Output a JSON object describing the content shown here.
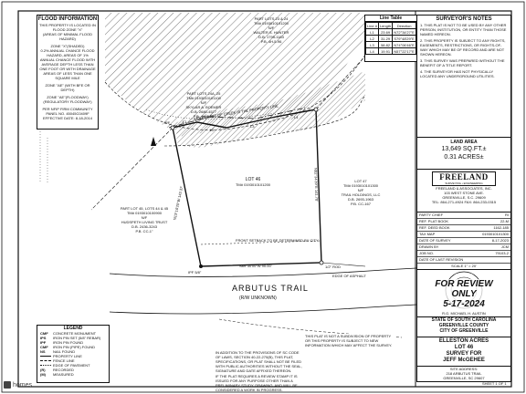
{
  "flood_box": {
    "title": "FLOOD INFORMATION",
    "lines": [
      "THIS PROPERTY IS LOCATED IN FLOOD ZONE \"X\"",
      "(AREAS OF MINIMAL FLOOD HAZARD)",
      "ZONE \"X\"(SHADED)",
      "0.2% ANNUAL CHANCE FLOOD HAZARD, AREAS OF 1% ANNUAL CHANCE FLOOD WITH AVERAGE DEPTH LESS THAN ONE FOOT OR WITH DRAINAGE AREAS OF LESS THAN ONE SQUARE MILE",
      "ZONE \"AE\" (WITH BFE OR DEPTH)",
      "ZONE \"AE\"(FLOODWAY) (REGULATORY FLOODWAY)",
      "PER NFIP FIRM COMMUNITY PANEL NO. 45045C0409F EFFECTIVE DATE: 8-18-2014"
    ]
  },
  "line_table": {
    "title": "Line Table",
    "headers": [
      "Line #",
      "Length",
      "Direction"
    ],
    "rows": [
      [
        "L1",
        "23.69",
        "N72°34'27\"E"
      ],
      [
        "L2",
        "31.29",
        "S79°48'29\"E"
      ],
      [
        "L3",
        "58.82",
        "N74°06'46\"E"
      ],
      [
        "L4",
        "19.91",
        "N57°22'17\"E"
      ]
    ]
  },
  "surveyor_notes": {
    "title": "SURVEYOR'S NOTES",
    "lines": [
      "1. THIS PLAT IS NOT TO BE USED BY ANY OTHER PERSON, INSTITUTION, OR ENTITY THAN THOSE NAMED HEREON.",
      "2. THIS PROPERTY IS SUBJECT TO ANY RIGHTS, EASEMENTS, RESTRICTIONS, OR RIGHTS-OF-WAY WHICH MAY BE OF RECORD AND ARE NOT SHOWN HEREON.",
      "3. THIS SURVEY WAS PREPARED WITHOUT THE BENEFIT OF A TITLE REPORT.",
      "4. THE SURVEYOR HAS NOT PHYSICALLY LOCATED ANY UNDERGROUND UTILITIES."
    ]
  },
  "land_area": {
    "title": "LAND AREA",
    "sqft": "13,649 SQ.FT.±",
    "acres": "0.31 ACRES±"
  },
  "company": {
    "logo": "FREELAND",
    "logo_sub": "SURVEYING • ENGINEERING",
    "name": "FREELAND & ASSOCIATES, INC.",
    "address": "103 WEST STONE AVE.",
    "city": "GREENVILLE, S.C. 29609",
    "phone": "TEL: 864-271-4924 FAX: 864-233-0315"
  },
  "title_block": {
    "rows": [
      [
        "PARTY CHIEF",
        "RI"
      ],
      [
        "REF. PLAT BOOK",
        "22-M"
      ],
      [
        "REF. DEED BOOK",
        "1162-185"
      ],
      [
        "TAX MAP",
        "0193010101300"
      ],
      [
        "DATE OF SURVEY",
        "8-17-2023"
      ],
      [
        "DRAWN BY",
        "JCM"
      ],
      [
        "JOB NO.",
        "79103-2"
      ],
      [
        "DATE OF LAST REVISION",
        ""
      ],
      [
        "SCALE",
        "1\" = 20'"
      ]
    ]
  },
  "stamp": {
    "line1": "FOR REVIEW ONLY",
    "line2": "5-17-2024"
  },
  "surveyor_sig": "R.G. MICHAEL H. AUSTIN",
  "cert_note": "THIS PLAT IS NOT A SUBDIVISION OF PROPERTY OR THIS PROPERTY IS SUBJECT TO NEW INFORMATION WHICH MAY AFFECT THE SURVEY.",
  "state_block": {
    "line1": "STATE OF SOUTH CAROLINA",
    "line2": "GREENVILLE COUNTY",
    "line3": "CITY OF GREENVILLE"
  },
  "project": {
    "line1": "ELLESTON ACRES",
    "line2": "LOT 46",
    "line3": "SURVEY FOR",
    "line4": "JEFF McGEHEE"
  },
  "site_address": {
    "title": "SITE ADDRESS:",
    "line1": "218 ARBUTUS TRAIL",
    "line2": "GREENVILLE, SC 29607"
  },
  "sheet": "SHEET 1 OF 1",
  "legend": {
    "title": "LEGEND",
    "items": [
      [
        "CMF",
        "CONCRETE MONUMENT"
      ],
      [
        "IPS",
        "IRON PIN SET (5/8\" REBAR)"
      ],
      [
        "IPF",
        "IRON PIN FOUND"
      ],
      [
        "CMF",
        "IRON PIN (PIPE) FOUND"
      ],
      [
        "NS",
        "NAIL FOUND"
      ],
      [
        "",
        "PROPERTY LINE"
      ],
      [
        "",
        "FENCE LINE"
      ],
      [
        "",
        "EDGE OF PAVEMENT"
      ],
      [
        "(R)",
        "RECORDED"
      ],
      [
        "(M)",
        "MEASURED"
      ]
    ]
  },
  "notes_block": {
    "lines": [
      "IN ADDITION TO THE PROVISIONS OF SC CODE OF LAWS, SECTION 40-22-270(B), THIS PLAT, SPECIFICATIONS, OR PLAT SHALL NOT BE FILED WITH PUBLIC AUTHORITIES WITHOUT THE SEAL, SIGNATURE AND DATE AFFIXED THEREON.",
      "IF THE PLAT REQUIRES A REVIEW STAMP IT IS ISSUED FOR ANY PURPOSE OTHER THAN A PRELIMINARY STUDY, DRAWING, AND WILL BE CONSIDERED A WORK IN PROGRESS."
    ]
  },
  "plat_labels": {
    "lots_north": "PART LOTS 23 & 24",
    "tm_north": "TM# 0193010101200",
    "owner_north": "N/F",
    "owner_north_name": "WALTER S. HUNTER",
    "book_north": "D.B. 1795-1183",
    "pb_north": "P.B. 4H-5-96",
    "lots_nw": "PART LOTS 24A, 25",
    "tm_nw": "TM# 0193010101100",
    "nf_nw": "N/F",
    "owner_nw": "SKYLAR A. BOEMER",
    "db_nw": "D.B. 2680-4577",
    "pb_nw": "P.B. 4H-5-96",
    "lot47": "LOT 47",
    "tm47": "TM# 0193010101300",
    "nf47": "N/F",
    "owner47": "TRAIL HOLDINGS, LLC",
    "db47": "D.B. 2693-1963",
    "pb47": "P.B. CC-167",
    "lots_w": "PART LOT 45, LOTS 44 & 45",
    "tm_w": "TM# 0193010100900",
    "nf_w": "N/F",
    "owner_w": "HUDSPETH LIVING TRUST",
    "db_w": "D.B. 2436-3243",
    "pb_w": "P.B. CC-1\"",
    "lot46": "LOT 46",
    "tm46": "TM# 0193010101200",
    "creek": "CENTERLINE OF CREEK IS THE PROPERTY LINE",
    "front_setback": "FRONT SETBACK TO BE DETERMINED BY CITY",
    "street_bearing": "S89°30'00\"W   90.00'",
    "street": "ARBUTUS TRAIL",
    "rw": "(R/W UNKNOWN)",
    "edge": "EDGE OF ASPHALT",
    "pin_left": "IPF 5/8\"",
    "pin_right": "1/2\" ROD",
    "l1": "L1",
    "l2": "L2",
    "l3": "L3",
    "l4": "L4",
    "ipf": "IPF",
    "left_side": "N13°16'20\"W 142.37'",
    "right_side": "N02°34'39\"E 141.70'"
  },
  "watermark": "homes"
}
